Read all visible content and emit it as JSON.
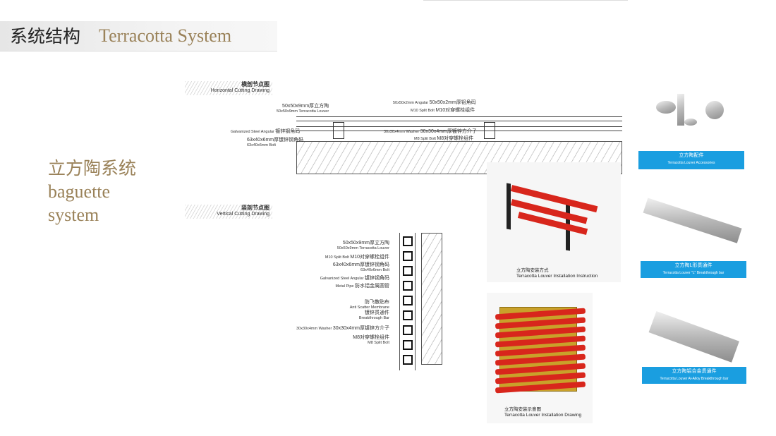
{
  "header": {
    "title_cn": "系统结构",
    "title_en": "Terracotta System"
  },
  "side_title": {
    "cn": "立方陶系统",
    "en_line1": "baguette",
    "en_line2": "system"
  },
  "horizontal_drawing": {
    "title_cn": "横剖节点图",
    "title_en": "Horizontal Cutting Drawing",
    "labels": [
      {
        "small": "50x50x9mm Terracotta Louver",
        "main": "50x50x9mm厚立方陶"
      },
      {
        "small": "Galvanized Steel Angular",
        "main": "镀锌钢角码"
      },
      {
        "small": "63x40x6mm Bolt",
        "main": "63x40x6mm厚镀锌钢角码"
      },
      {
        "small": "50x50x2mm Angular",
        "main": "50x50x2mm厚铝角码"
      },
      {
        "small": "M10 Split Bolt",
        "main": "M10对穿螺栓组件"
      },
      {
        "small": "30x30x4mm Washer",
        "main": "30x30x4mm厚镀锌方介子"
      },
      {
        "small": "M8 Split Bolt",
        "main": "M8对穿螺栓组件"
      }
    ]
  },
  "vertical_drawing": {
    "title_cn": "竖剖节点图",
    "title_en": "Vertical Cutting Drawing",
    "labels": [
      {
        "small": "50x50x9mm Terracotta Louver",
        "main": "50x50x9mm厚立方陶"
      },
      {
        "small": "M10 Split Bolt",
        "main": "M10对穿螺栓组件"
      },
      {
        "small": "63x40x6mm Bolt",
        "main": "63x40x6mm厚镀锌钢角码"
      },
      {
        "small": "Galvanized Steel Angular",
        "main": "镀锌钢角码"
      },
      {
        "small": "Metal Pipe",
        "main": "防水铝金属圆管"
      },
      {
        "small": "Anti Scatter Membrane",
        "main": "防飞散贴布"
      },
      {
        "small": "Breakthrough Bar",
        "main": "镀锌贯通件"
      },
      {
        "small": "30x30x4mm Washer",
        "main": "30x30x4mm厚镀锌方介子"
      },
      {
        "small": "M8 Split Bolt",
        "main": "M8对穿螺栓组件"
      }
    ]
  },
  "install_instruction": {
    "cn": "立方陶安装方式",
    "en": "Terracotta Louver Installation Instruction"
  },
  "install_drawing": {
    "cn": "立方陶安装示意图",
    "en": "Terracotta Louver Installation Drawing"
  },
  "products": [
    {
      "cn": "立方陶配件",
      "en": "Terracotta Louver Accessories"
    },
    {
      "cn": "立方陶L形贯通件",
      "en": "Terracotta Louver \"L\" Breakthrough bar"
    },
    {
      "cn": "立方陶铝合金贯通件",
      "en": "Terracotta Louver Al-Alloy Breakthrough bar"
    }
  ],
  "colors": {
    "gold": "#9a8259",
    "blue": "#1a9ee0",
    "red": "#d8261c",
    "yellow": "#c9a12a"
  }
}
